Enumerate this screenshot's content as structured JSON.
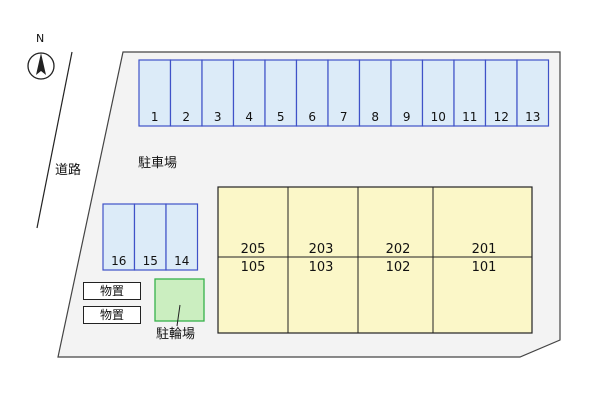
{
  "compass": {
    "label": "N"
  },
  "road": {
    "label": "道路"
  },
  "parking": {
    "label": "駐車場",
    "top_row": [
      "1",
      "2",
      "3",
      "4",
      "5",
      "6",
      "7",
      "8",
      "9",
      "10",
      "11",
      "12",
      "13"
    ],
    "left_block": [
      "16",
      "15",
      "14"
    ]
  },
  "building": {
    "units": [
      {
        "upper": "205",
        "lower": "105"
      },
      {
        "upper": "203",
        "lower": "103"
      },
      {
        "upper": "202",
        "lower": "102"
      },
      {
        "upper": "201",
        "lower": "101"
      }
    ]
  },
  "storage": [
    {
      "label": "物置"
    },
    {
      "label": "物置"
    }
  ],
  "bicycle": {
    "label": "駐輪場"
  },
  "colors": {
    "lot_fill": "#f3f3f3",
    "slot_fill": "#dcebf8",
    "slot_border": "#3f52c8",
    "building_fill": "#fbf7c8",
    "bicycle_fill": "#cbeec0",
    "bicycle_border": "#36b24a"
  }
}
